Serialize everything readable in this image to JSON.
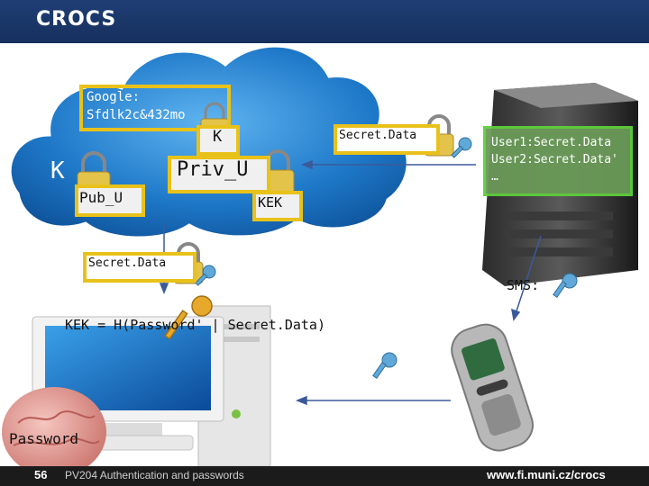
{
  "header": {
    "logo": "CROCS"
  },
  "footer": {
    "slide_number": "56",
    "course": "PV204 Authentication and passwords",
    "url": "www.fi.muni.cz/crocs"
  },
  "cloud": {
    "google_label_line1": "Google:",
    "google_label_line2": "Sfdlk2c&432mo",
    "k_inner": "K",
    "k_outer": "K",
    "priv_u": "Priv_U",
    "pub_u": "Pub_U",
    "kek": "KEK"
  },
  "server": {
    "secret_data": "Secret.Data",
    "line1": "User1:Secret.Data",
    "line2": "User2:Secret.Data'",
    "line3": "…"
  },
  "client": {
    "secret_data": "Secret.Data",
    "formula": "KEK = H(Password' | Secret.Data)",
    "password": "Password"
  },
  "phone": {
    "sms": "SMS:"
  },
  "colors": {
    "header": "#1f3e74",
    "box_border": "#e8c21a",
    "cloud": "#1e78c8",
    "db_box": "#6a9a58"
  }
}
